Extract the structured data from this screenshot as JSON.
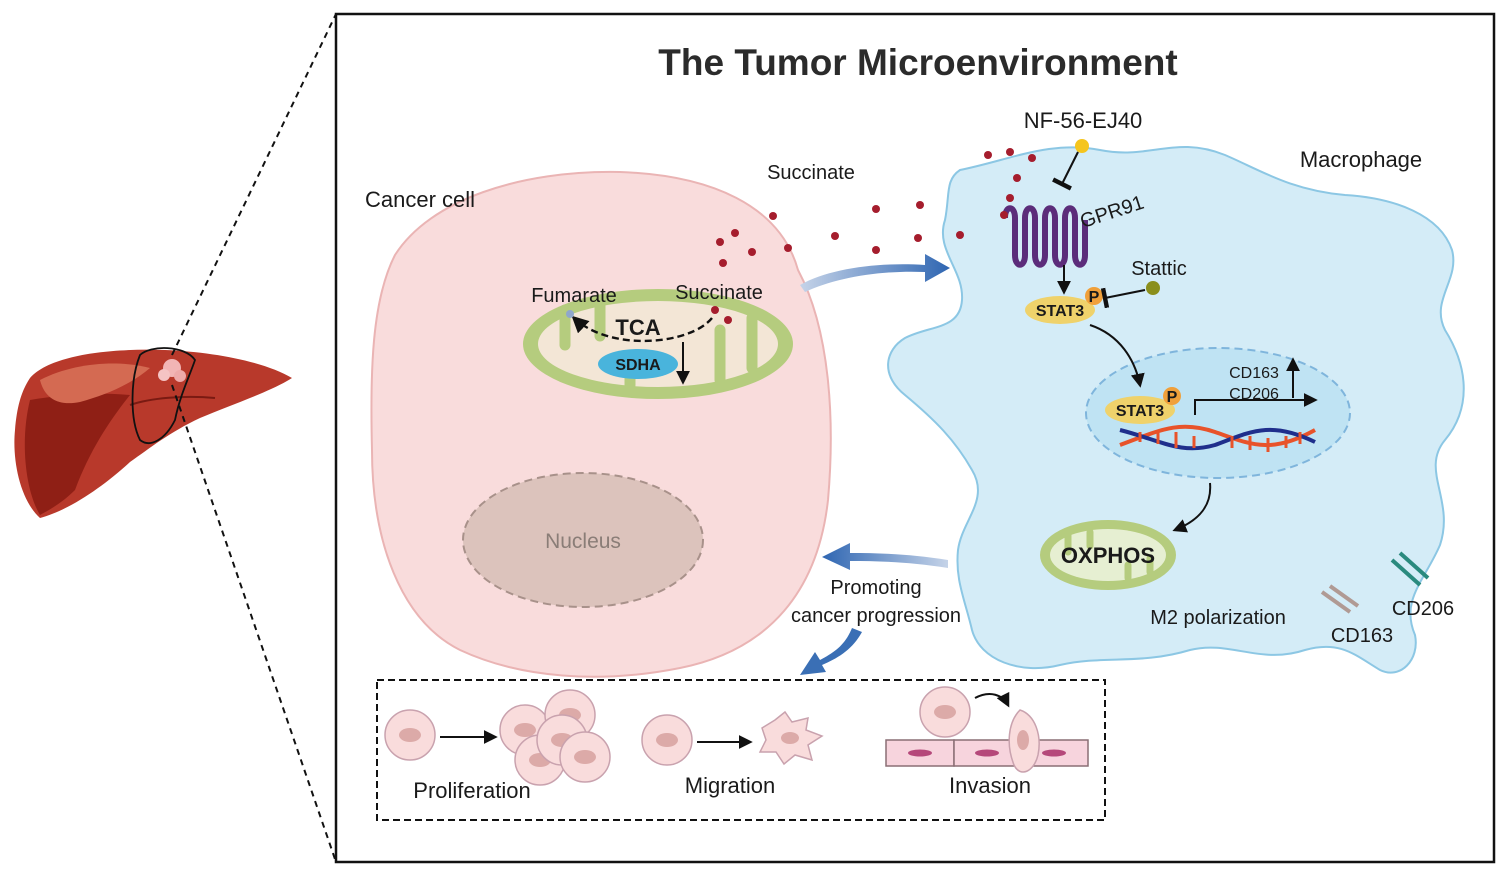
{
  "title": "The Tumor Microenvironment",
  "cells": {
    "cancer_cell": "Cancer cell",
    "macrophage": "Macrophage",
    "nucleus": "Nucleus"
  },
  "metabolites": {
    "succinate_outside": "Succinate",
    "succinate_mito": "Succinate",
    "fumarate": "Fumarate",
    "tca": "TCA",
    "sdha": "SDHA"
  },
  "receptors": {
    "inhibitor_1": "NF-56-EJ40",
    "gpr91": "GPR91",
    "inhibitor_2": "Stattic",
    "stat3_cytoplasm": "STAT3",
    "stat3_nucleus": "STAT3",
    "phospho_1": "P",
    "phospho_2": "P"
  },
  "genes": {
    "gene_1": "CD163",
    "gene_2": "CD206"
  },
  "macrophage_outputs": {
    "oxphos": "OXPHOS",
    "polarization": "M2 polarization",
    "marker_1": "CD163",
    "marker_2": "CD206"
  },
  "outcome": {
    "line_1": "Promoting",
    "line_2": "cancer progression"
  },
  "phenotypes": {
    "proliferation": "Proliferation",
    "migration": "Migration",
    "invasion": "Invasion"
  },
  "colors": {
    "cancer_cell_fill": "#f9dcdc",
    "macrophage_fill": "#d4ecf7",
    "mitochondria": "#b5cc7e",
    "sdha": "#49b4dc",
    "stat3": "#efd26b",
    "phospho": "#f0a03a",
    "succinate_dot": "#a51d2d",
    "blue_arrow": "#3a6fb5",
    "liver": "#b23a2a",
    "dna_red": "#e8532a",
    "dna_blue": "#1f2f8c"
  }
}
